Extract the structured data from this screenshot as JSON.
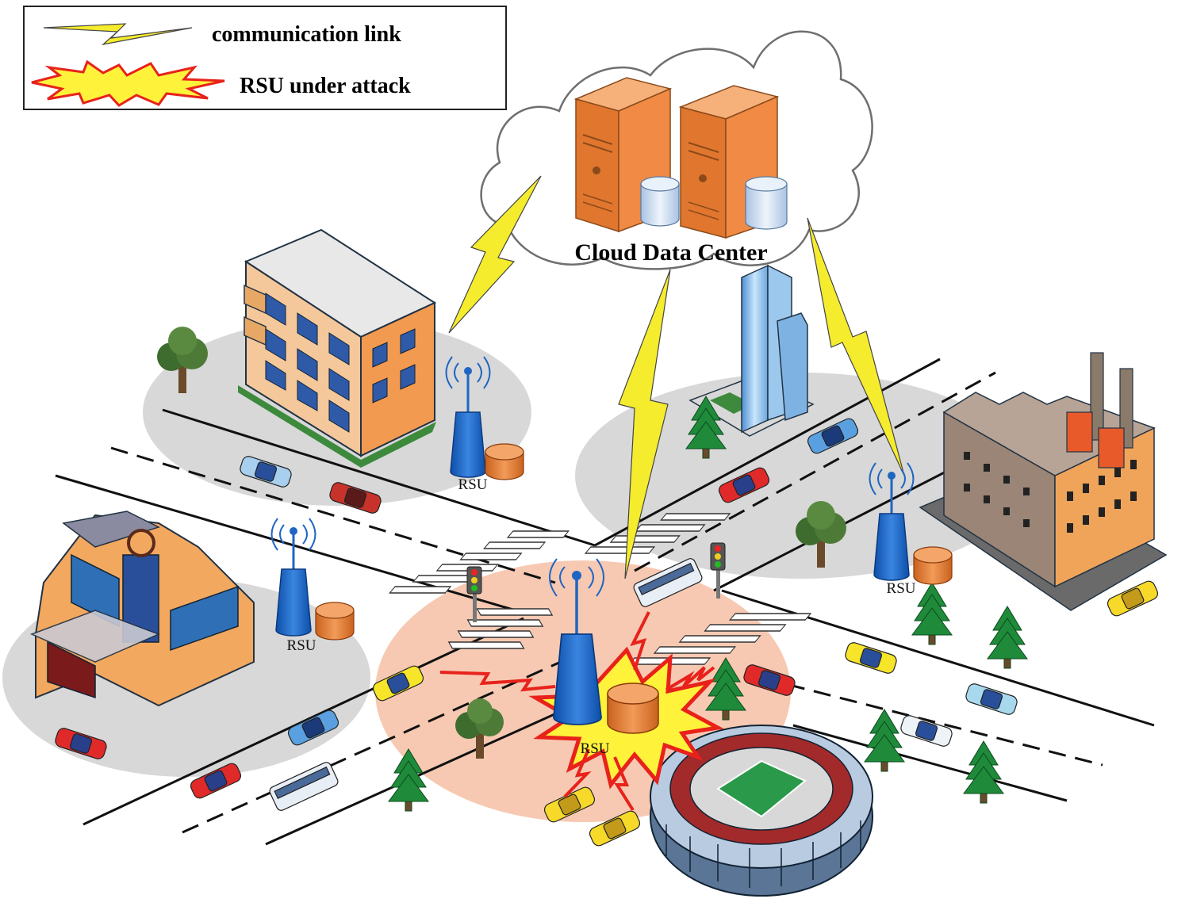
{
  "legend": {
    "communication_link": "communication link",
    "rsu_under_attack": "RSU under attack"
  },
  "cloud": {
    "label": "Cloud Data Center"
  },
  "rsu_label": "RSU",
  "colors": {
    "zone_gray": "#d8d8d8",
    "zone_attack": "#f7c9b2",
    "rsu_tower": "#1f66c2",
    "rsu_unit": "#e6823a",
    "link_yellow": "#f5ec2e",
    "attack_red": "#e8221b",
    "burst_yellow": "#fff23a",
    "burst_red": "#e8221b",
    "server_orange": "#ee8f4c",
    "cloud_stroke": "#6f6f6f"
  }
}
